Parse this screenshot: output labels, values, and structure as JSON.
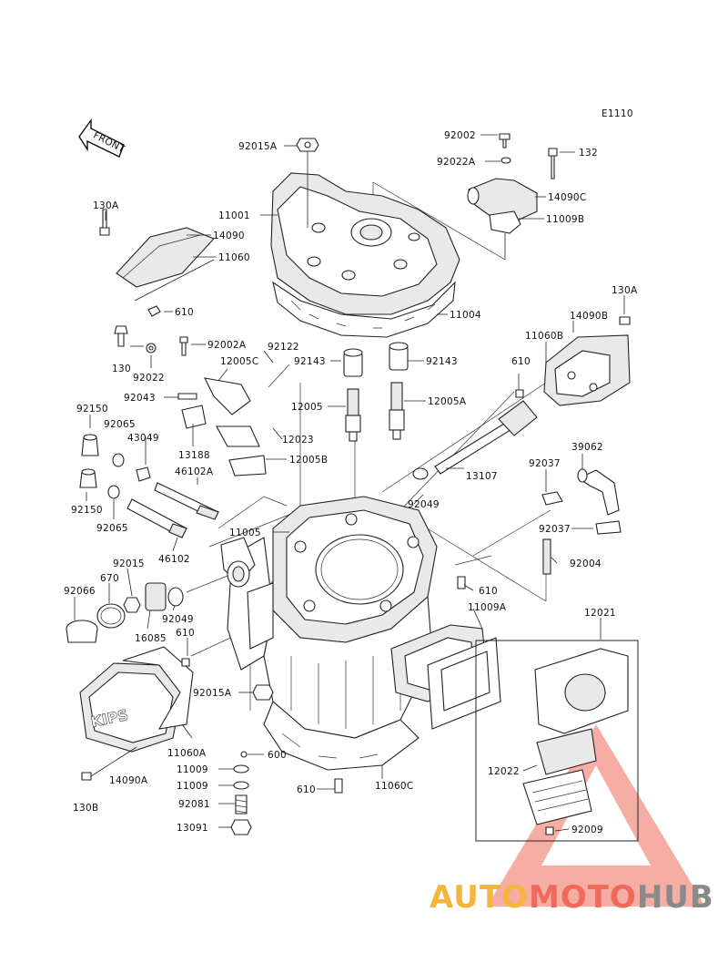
{
  "diagram": {
    "code": "E1110",
    "front_label": "FRONT",
    "cover_text": "KIPS",
    "parts": [
      {
        "id": "p92015A",
        "number": "92015A"
      },
      {
        "id": "p11001",
        "number": "11001"
      },
      {
        "id": "p130A_l",
        "number": "130A"
      },
      {
        "id": "p14090",
        "number": "14090"
      },
      {
        "id": "p11060",
        "number": "11060"
      },
      {
        "id": "p610_a",
        "number": "610"
      },
      {
        "id": "p11004",
        "number": "11004"
      },
      {
        "id": "p92002",
        "number": "92002"
      },
      {
        "id": "p132",
        "number": "132"
      },
      {
        "id": "p92022A",
        "number": "92022A"
      },
      {
        "id": "p14090C",
        "number": "14090C"
      },
      {
        "id": "p11009B",
        "number": "11009B"
      },
      {
        "id": "p130A_r",
        "number": "130A"
      },
      {
        "id": "p14090B",
        "number": "14090B"
      },
      {
        "id": "p11060B",
        "number": "11060B"
      },
      {
        "id": "p130",
        "number": "130"
      },
      {
        "id": "p92022",
        "number": "92022"
      },
      {
        "id": "p92002A",
        "number": "92002A"
      },
      {
        "id": "p92122",
        "number": "92122"
      },
      {
        "id": "p12005C",
        "number": "12005C"
      },
      {
        "id": "p92143_l",
        "number": "92143"
      },
      {
        "id": "p92143_r",
        "number": "92143"
      },
      {
        "id": "p610_b",
        "number": "610"
      },
      {
        "id": "p92043",
        "number": "92043"
      },
      {
        "id": "p12005",
        "number": "12005"
      },
      {
        "id": "p12005A",
        "number": "12005A"
      },
      {
        "id": "p92150_a",
        "number": "92150"
      },
      {
        "id": "p92065_a",
        "number": "92065"
      },
      {
        "id": "p43049",
        "number": "43049"
      },
      {
        "id": "p12023",
        "number": "12023"
      },
      {
        "id": "p13188",
        "number": "13188"
      },
      {
        "id": "p12005B",
        "number": "12005B"
      },
      {
        "id": "p39062",
        "number": "39062"
      },
      {
        "id": "p46102A",
        "number": "46102A"
      },
      {
        "id": "p13107",
        "number": "13107"
      },
      {
        "id": "p92037_a",
        "number": "92037"
      },
      {
        "id": "p92150_b",
        "number": "92150"
      },
      {
        "id": "p92065_b",
        "number": "92065"
      },
      {
        "id": "p92049_a",
        "number": "92049"
      },
      {
        "id": "p11005",
        "number": "11005"
      },
      {
        "id": "p92037_b",
        "number": "92037"
      },
      {
        "id": "p46102",
        "number": "46102"
      },
      {
        "id": "p92004",
        "number": "92004"
      },
      {
        "id": "p92015",
        "number": "92015"
      },
      {
        "id": "p670",
        "number": "670"
      },
      {
        "id": "p92066",
        "number": "92066"
      },
      {
        "id": "p610_c",
        "number": "610"
      },
      {
        "id": "p11009A",
        "number": "11009A"
      },
      {
        "id": "p12021",
        "number": "12021"
      },
      {
        "id": "p92049_b",
        "number": "92049"
      },
      {
        "id": "p16085",
        "number": "16085"
      },
      {
        "id": "p610_d",
        "number": "610"
      },
      {
        "id": "p92015A_b",
        "number": "92015A"
      },
      {
        "id": "p11060A",
        "number": "11060A"
      },
      {
        "id": "p600",
        "number": "600"
      },
      {
        "id": "p14090A",
        "number": "14090A"
      },
      {
        "id": "p11009_a",
        "number": "11009"
      },
      {
        "id": "p12022",
        "number": "12022"
      },
      {
        "id": "p11009_b",
        "number": "11009"
      },
      {
        "id": "p610_e",
        "number": "610"
      },
      {
        "id": "p11060C",
        "number": "11060C"
      },
      {
        "id": "p130B",
        "number": "130B"
      },
      {
        "id": "p92081",
        "number": "92081"
      },
      {
        "id": "p13091",
        "number": "13091"
      },
      {
        "id": "p92009",
        "number": "92009"
      }
    ]
  },
  "watermark": {
    "part1": "AUTO",
    "part2": "MOTO",
    "part3": "HUB",
    "color1": "#f5b53d",
    "color2": "#ef6a5a",
    "color3": "#8a8a8a"
  }
}
